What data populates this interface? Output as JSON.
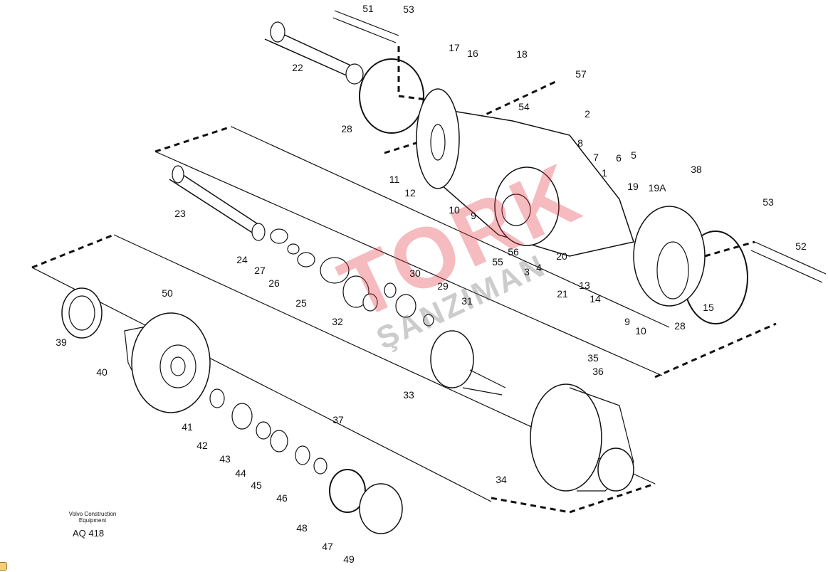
{
  "caption": {
    "line1": "Volvo Construction",
    "line2": "Equipment",
    "code": "AQ 418"
  },
  "watermark": {
    "main": "TORK",
    "sub": "ŞANZIMAN"
  },
  "labels": [
    "51",
    "53",
    "17",
    "16",
    "18",
    "22",
    "57",
    "54",
    "2",
    "28",
    "8",
    "7",
    "6",
    "5",
    "1",
    "11",
    "12",
    "38",
    "19",
    "19A",
    "10",
    "9",
    "23",
    "53",
    "52",
    "56",
    "55",
    "3",
    "4",
    "20",
    "24",
    "27",
    "26",
    "30",
    "29",
    "25",
    "31",
    "32",
    "21",
    "13",
    "14",
    "50",
    "15",
    "9",
    "10",
    "28",
    "39",
    "40",
    "35",
    "36",
    "33",
    "37",
    "41",
    "42",
    "43",
    "44",
    "45",
    "46",
    "34",
    "48",
    "47",
    "49"
  ]
}
